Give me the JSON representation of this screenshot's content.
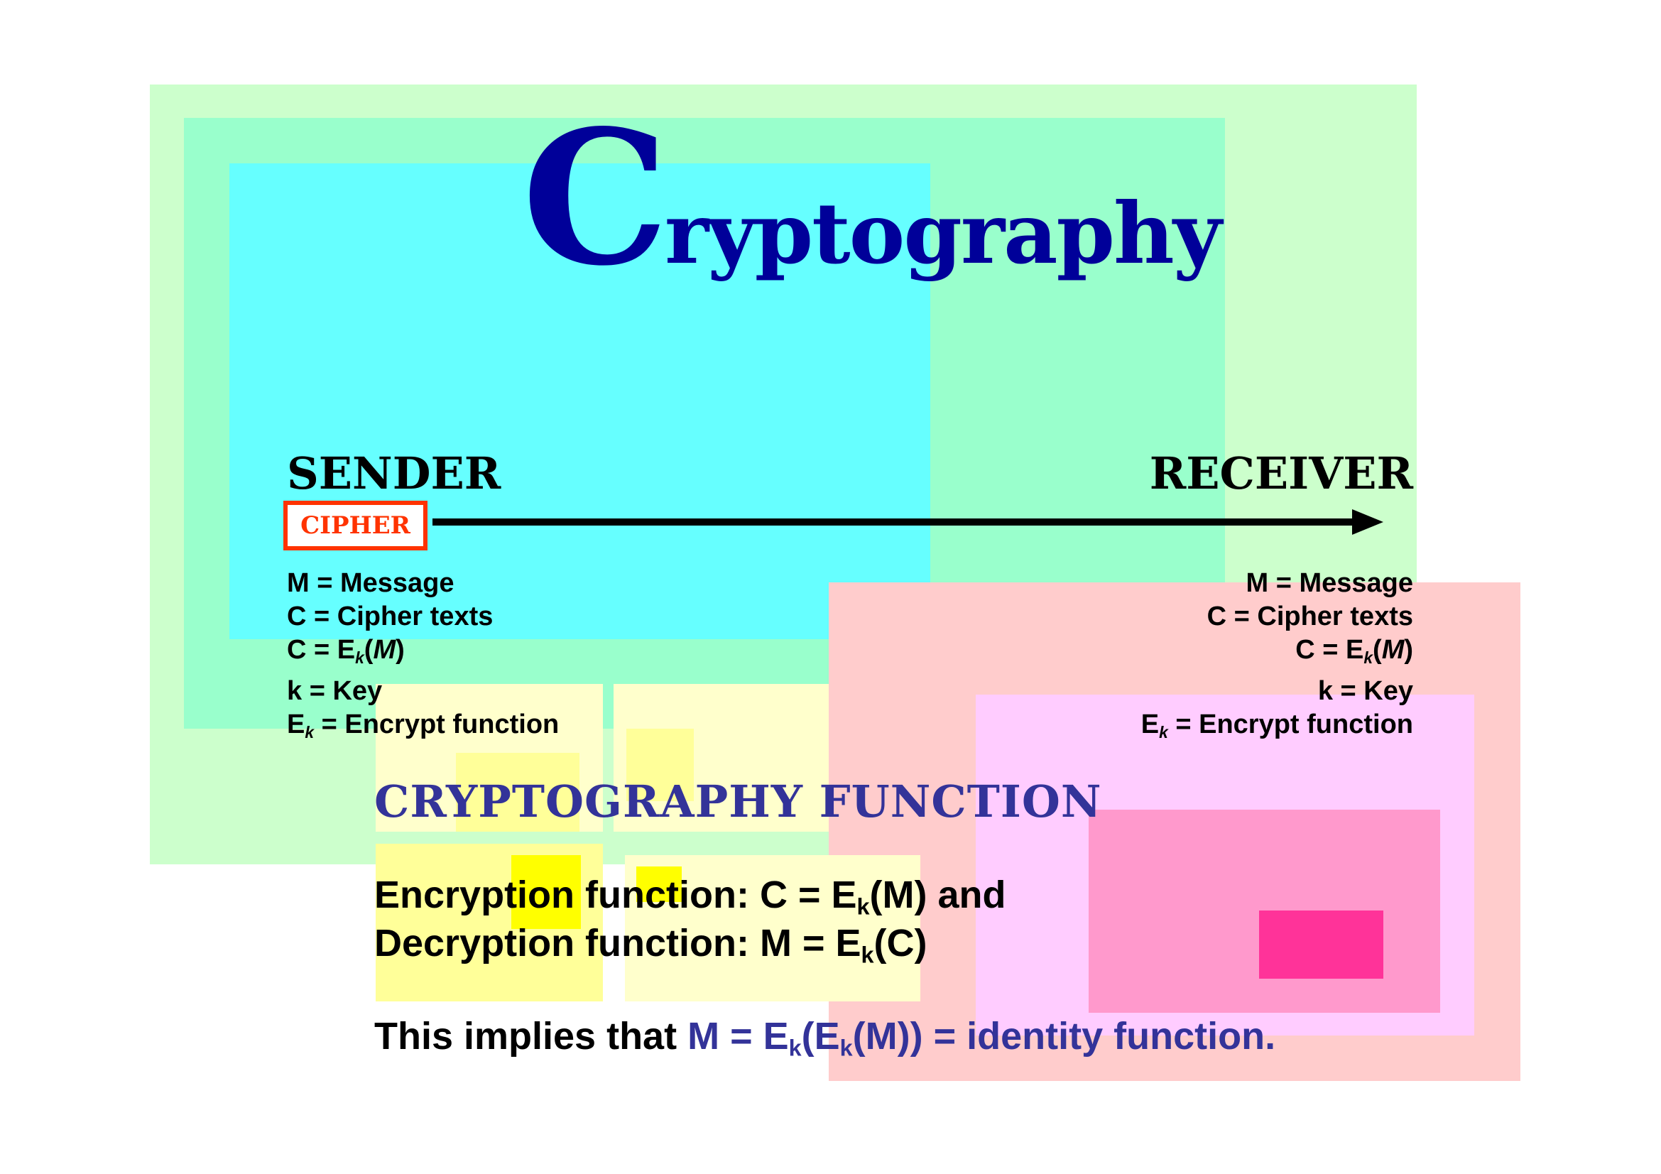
{
  "title": {
    "first": "C",
    "rest": "ryptography"
  },
  "sender": "SENDER",
  "receiver": "RECEIVER",
  "cipher_label": "CIPHER",
  "definitions": {
    "m": "M = Message",
    "c": "C = Cipher texts",
    "c_eq_prefix": "C = E",
    "c_eq_sub": "k",
    "c_eq_open": "(",
    "c_eq_arg": "M",
    "c_eq_close": ")",
    "k": "k = Key",
    "ek_main": "E",
    "ek_sub": "k",
    "ek_rest": " = Encrypt function"
  },
  "section_title": "CRYPTOGRAPHY FUNCTION",
  "encryption": {
    "prefix": "Encryption function: C = E",
    "sub": "k",
    "suffix": "(M) and"
  },
  "decryption": {
    "prefix": "Decryption function: M = E",
    "sub": "k",
    "suffix": "(C)"
  },
  "implies": {
    "lead": "This implies that ",
    "part1": "M = E",
    "sub1": "k",
    "part2": "(E",
    "sub2": "k",
    "part3": "(M)) = identity function."
  },
  "colors": {
    "title": "#000099",
    "accent_blue": "#333399",
    "cipher_red": "#ff3300",
    "light_green": "#ccffcc",
    "mint": "#99ffcc",
    "cyan": "#66ffff",
    "salmon": "#ffcccc",
    "pink": "#ffccff",
    "mid_pink": "#ff99cc",
    "hot_pink": "#ff3399",
    "pale_yellow": "#ffffcc",
    "light_yellow": "#ffff99",
    "yellow": "#ffff00"
  }
}
